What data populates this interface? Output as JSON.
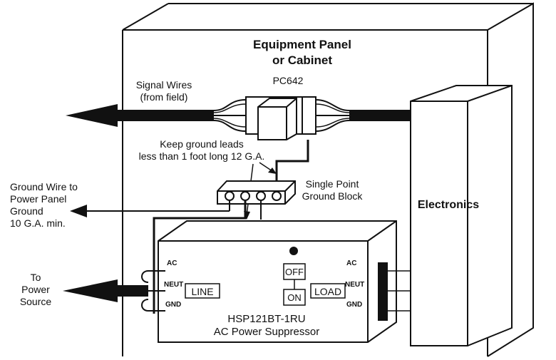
{
  "cabinet": {
    "title_line1": "Equipment Panel",
    "title_line2": "or Cabinet"
  },
  "protector": {
    "label": "PC642"
  },
  "signal": {
    "line1": "Signal Wires",
    "line2": "(from field)"
  },
  "ground_note": {
    "line1": "Keep ground leads",
    "line2": "less than 1 foot long 12 G.A."
  },
  "ground_block": {
    "line1": "Single Point",
    "line2": "Ground Block"
  },
  "ground_wire": {
    "line1": "Ground Wire to",
    "line2": "Power Panel",
    "line3": "Ground",
    "line4": "10 G.A. min."
  },
  "power_source": {
    "line1": "To",
    "line2": "Power",
    "line3": "Source"
  },
  "electronics": {
    "label": "Electronics"
  },
  "suppressor": {
    "model": "HSP121BT-1RU",
    "description": "AC Power Suppressor",
    "line_terminals": [
      "AC",
      "NEUT",
      "GND"
    ],
    "load_terminals": [
      "AC",
      "NEUT",
      "GND"
    ],
    "line_label": "LINE",
    "load_label": "LOAD",
    "off_label": "OFF",
    "on_label": "ON"
  }
}
